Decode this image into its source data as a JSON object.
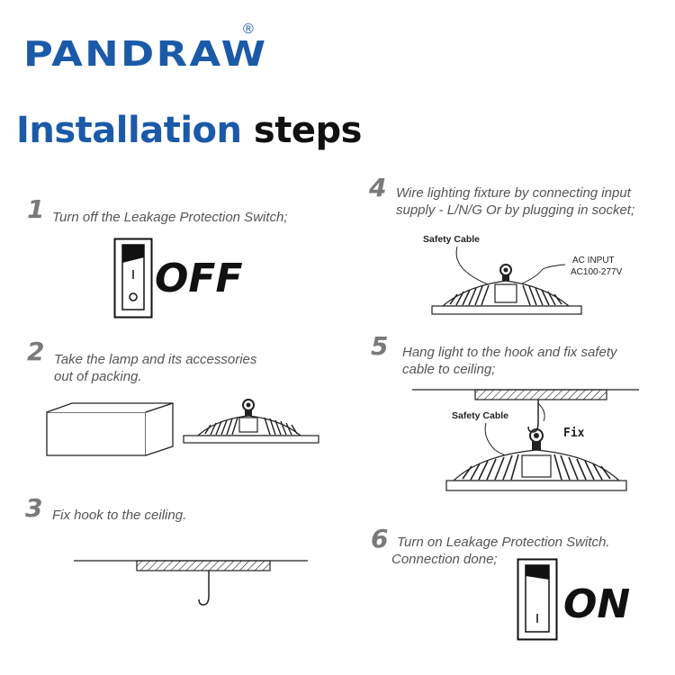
{
  "brand": {
    "name": "PANDRAW",
    "registered": "®"
  },
  "title": {
    "part1": "Installation",
    "part2": "steps"
  },
  "colors": {
    "brand_blue": "#1b5aa8",
    "step_gray": "#7a7a7a",
    "text_gray": "#555555"
  },
  "steps": [
    {
      "number": "1",
      "lines": [
        "Turn off the Leakage Protection Switch;"
      ],
      "state": "OFF"
    },
    {
      "number": "2",
      "lines": [
        "Take the lamp and its accessories",
        "out of packing."
      ]
    },
    {
      "number": "3",
      "lines": [
        "Fix hook to the ceiling."
      ]
    },
    {
      "number": "4",
      "lines": [
        "Wire lighting fixture by connecting input",
        "supply - L/N/G Or by plugging in socket;"
      ],
      "labels": {
        "safety_cable": "Safety Cable",
        "ac_input": "AC INPUT",
        "ac_range": "AC100-277V"
      }
    },
    {
      "number": "5",
      "lines": [
        "Hang light to the hook and fix safety",
        "cable to ceiling;"
      ],
      "labels": {
        "safety_cable": "Safety Cable",
        "fix": "Fix"
      }
    },
    {
      "number": "6",
      "lines": [
        "Turn on Leakage Protection Switch.",
        "Connection done;"
      ],
      "state": "ON"
    }
  ],
  "icons": [
    "rocker-switch-off-icon",
    "rocker-switch-on-icon",
    "box-icon",
    "ufo-lamp-icon",
    "ceiling-hook-icon"
  ]
}
